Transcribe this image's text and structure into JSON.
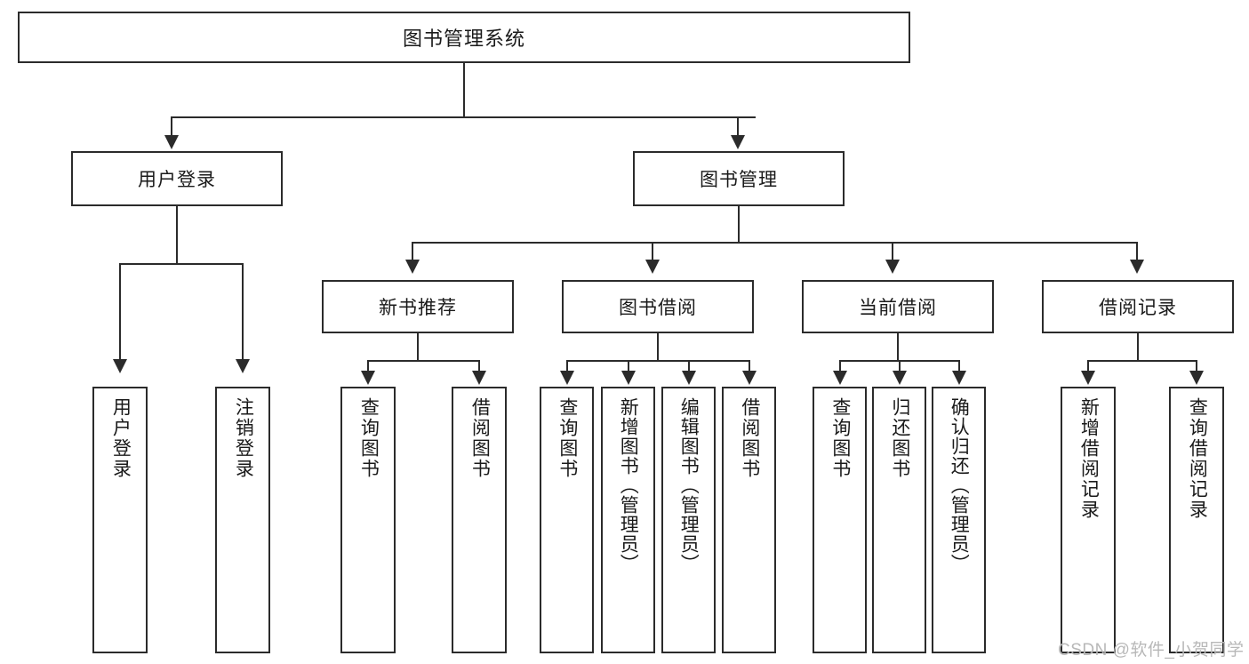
{
  "diagram": {
    "type": "tree-hierarchy",
    "title": "图书管理系统",
    "root": {
      "label": "图书管理系统"
    },
    "level1": [
      {
        "id": "user-login",
        "label": "用户登录"
      },
      {
        "id": "book-management",
        "label": "图书管理"
      }
    ],
    "level2": [
      {
        "id": "new-book-recommend",
        "label": "新书推荐",
        "parent": "book-management"
      },
      {
        "id": "book-borrow",
        "label": "图书借阅",
        "parent": "book-management"
      },
      {
        "id": "current-borrow",
        "label": "当前借阅",
        "parent": "book-management"
      },
      {
        "id": "borrow-record",
        "label": "借阅记录",
        "parent": "book-management"
      }
    ],
    "leaves": {
      "user-login": [
        {
          "id": "leaf-user-login",
          "label": "用户登录"
        },
        {
          "id": "leaf-user-logout",
          "label": "注销登录"
        }
      ],
      "new-book-recommend": [
        {
          "id": "leaf-query-book-1",
          "label": "查询图书"
        },
        {
          "id": "leaf-borrow-book-1",
          "label": "借阅图书"
        }
      ],
      "book-borrow": [
        {
          "id": "leaf-query-book-2",
          "label": "查询图书"
        },
        {
          "id": "leaf-add-book",
          "label": "新增图书（管理员）"
        },
        {
          "id": "leaf-edit-book",
          "label": "编辑图书（管理员）"
        },
        {
          "id": "leaf-borrow-book-2",
          "label": "借阅图书"
        }
      ],
      "current-borrow": [
        {
          "id": "leaf-query-book-3",
          "label": "查询图书"
        },
        {
          "id": "leaf-return-book",
          "label": "归还图书"
        },
        {
          "id": "leaf-confirm-return",
          "label": "确认归还（管理员）"
        }
      ],
      "borrow-record": [
        {
          "id": "leaf-add-record",
          "label": "新增借阅记录"
        },
        {
          "id": "leaf-query-record",
          "label": "查询借阅记录"
        }
      ]
    }
  },
  "watermark": {
    "text": "CSDN @软件_小贺同学"
  },
  "colors": {
    "stroke": "#2b2b2b",
    "background": "#ffffff",
    "text": "#1a1a1a",
    "watermark": "#b8b8b8"
  }
}
